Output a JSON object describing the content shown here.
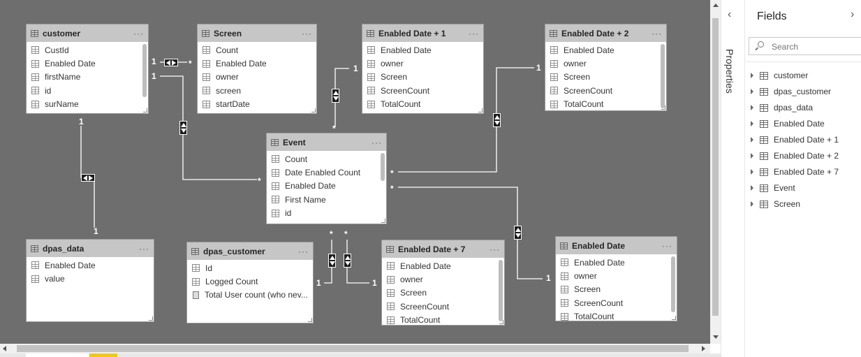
{
  "tables": {
    "customer": {
      "title": "customer",
      "fields": [
        "CustId",
        "Enabled Date",
        "firstName",
        "id",
        "surName"
      ]
    },
    "screen": {
      "title": "Screen",
      "fields": [
        "Count",
        "Enabled Date",
        "owner",
        "screen",
        "startDate"
      ]
    },
    "enabled_date_1": {
      "title": "Enabled Date + 1",
      "fields": [
        "Enabled Date",
        "owner",
        "Screen",
        "ScreenCount",
        "TotalCount"
      ]
    },
    "enabled_date_2": {
      "title": "Enabled Date + 2",
      "fields": [
        "Enabled Date",
        "owner",
        "Screen",
        "ScreenCount",
        "TotalCount"
      ]
    },
    "event": {
      "title": "Event",
      "fields": [
        "Count",
        "Date Enabled Count",
        "Enabled Date",
        "First Name",
        "id"
      ]
    },
    "dpas_data": {
      "title": "dpas_data",
      "fields": [
        "Enabled Date",
        "value"
      ]
    },
    "dpas_customer": {
      "title": "dpas_customer",
      "fields": [
        "Id",
        "Logged Count",
        "Total User count (who nev..."
      ]
    },
    "enabled_date_7": {
      "title": "Enabled Date + 7",
      "fields": [
        "Enabled Date",
        "owner",
        "Screen",
        "ScreenCount",
        "TotalCount"
      ]
    },
    "enabled_date": {
      "title": "Enabled Date",
      "fields": [
        "Enabled Date",
        "owner",
        "Screen",
        "ScreenCount",
        "TotalCount"
      ]
    }
  },
  "more_glyph": "···",
  "relationship_labels": {
    "one": "1",
    "many": "*"
  },
  "side_panel": {
    "properties_label": "Properties",
    "fields_title": "Fields",
    "search_placeholder": "Search",
    "items": [
      "customer",
      "dpas_customer",
      "dpas_data",
      "Enabled Date",
      "Enabled Date + 1",
      "Enabled Date + 2",
      "Enabled Date + 7",
      "Event",
      "Screen"
    ]
  },
  "colors": {
    "canvas": "#6e6e6e",
    "card_header": "#c6c6c6",
    "line": "#ffffff",
    "accent_tab": "#f2c811"
  }
}
